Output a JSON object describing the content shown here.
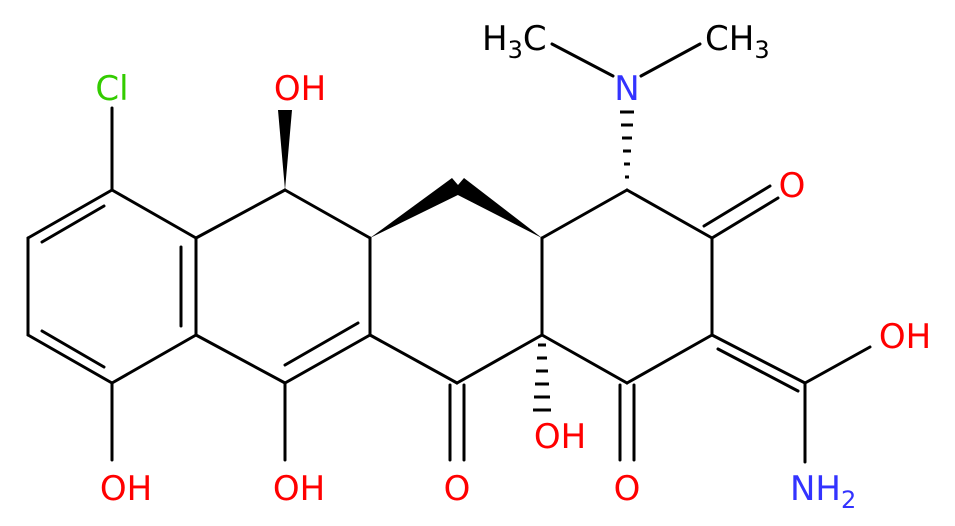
{
  "colors": {
    "bond": "#000000",
    "oxygen": "#ff0000",
    "nitrogen": "#3333ff",
    "chlorine": "#33cc00",
    "background": "#ffffff"
  },
  "atoms": {
    "cl": {
      "symbol": "Cl",
      "element": "chlorine"
    },
    "oh_top": {
      "symbol": "OH",
      "element": "oxygen"
    },
    "oh_right": {
      "symbol": "OH",
      "element": "oxygen"
    },
    "oh_mid": {
      "symbol": "OH",
      "element": "oxygen"
    },
    "oh_bottom_left": {
      "symbol": "OH",
      "element": "oxygen"
    },
    "oh_bottom_mid": {
      "symbol": "OH",
      "element": "oxygen"
    },
    "o_ketone_top": {
      "symbol": "O",
      "element": "oxygen"
    },
    "o_ketone_bottom1": {
      "symbol": "O",
      "element": "oxygen"
    },
    "o_ketone_bottom2": {
      "symbol": "O",
      "element": "oxygen"
    },
    "n": {
      "symbol": "N",
      "element": "nitrogen"
    },
    "ch3_left": {
      "main": "H",
      "sub": "3",
      "tail": "C"
    },
    "ch3_right": {
      "main": "CH",
      "sub": "3"
    },
    "nh2": {
      "main": "NH",
      "sub": "2",
      "element": "nitrogen"
    }
  }
}
